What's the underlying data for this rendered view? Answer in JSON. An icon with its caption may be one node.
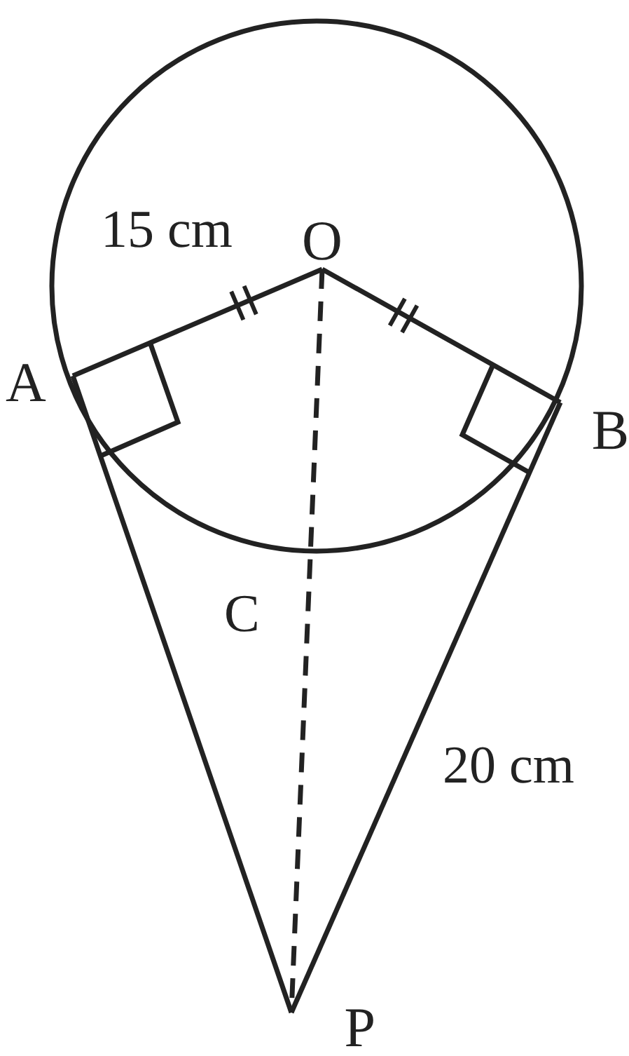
{
  "diagram": {
    "nodes": [
      {
        "text": [
          "O"
        ]
      },
      {
        "text": [
          "A"
        ]
      },
      {
        "text": [
          "B"
        ]
      },
      {
        "text": [
          "P"
        ]
      }
    ],
    "edges": [
      {
        "from": 0,
        "to": 1,
        "arrow": "none"
      },
      {
        "from": 0,
        "to": 2,
        "arrow": "none"
      },
      {
        "from": 1,
        "to": 3,
        "arrow": "none"
      },
      {
        "from": 2,
        "to": 3,
        "arrow": "none"
      },
      {
        "from": 0,
        "to": 3,
        "arrow": "none",
        "style": "dashed"
      }
    ],
    "labels": [
      "15 cm",
      "C",
      "20 cm"
    ]
  }
}
